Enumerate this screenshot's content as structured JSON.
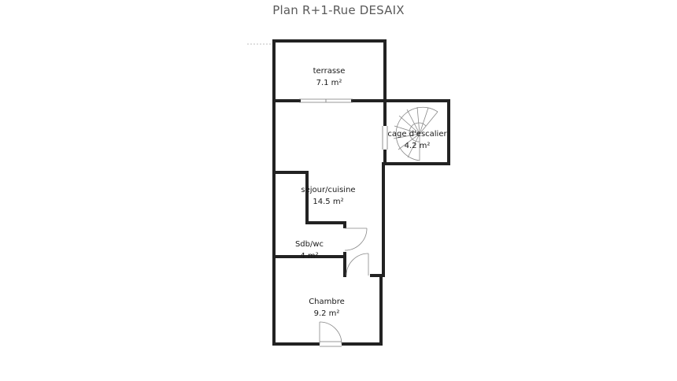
{
  "title": "Plan R+1-Rue DESAIX",
  "rooms": [
    {
      "name": "terrasse",
      "area": "7.1 m²"
    },
    {
      "name": "cage d'escalier",
      "area": "4.2 m²"
    },
    {
      "name": "séjour/cuisine",
      "area": "14.5 m²"
    },
    {
      "name": "Sdb/wc",
      "area": "4 m²"
    },
    {
      "name": "Chambre",
      "area": "9.2 m²"
    }
  ]
}
